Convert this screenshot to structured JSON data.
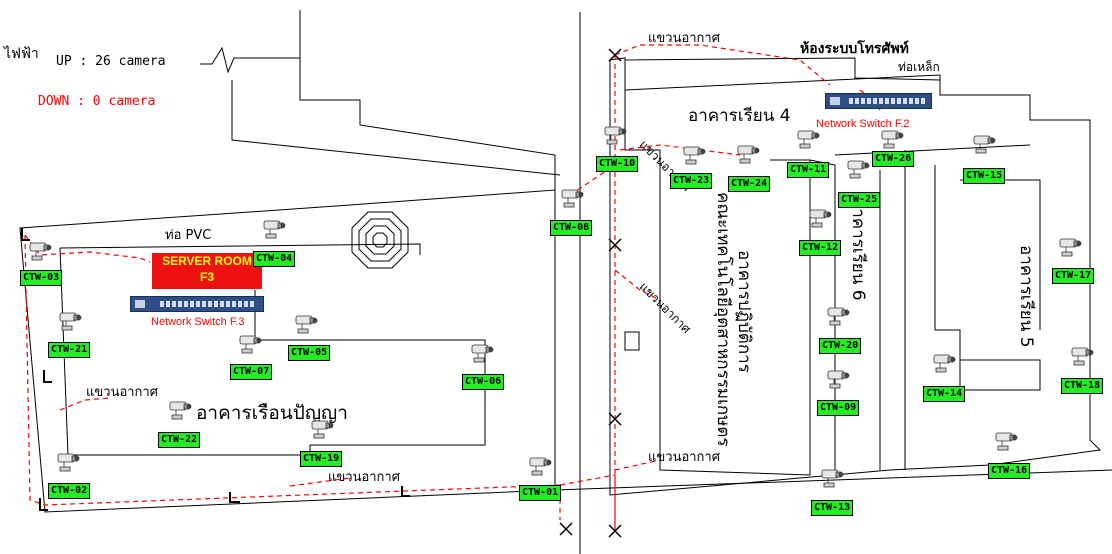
{
  "status": {
    "prefix": "ไฟฟ้า",
    "up_label": "UP : 26 camera",
    "down_label": "DOWN : 0 camera",
    "up_color": "#000000",
    "down_color": "#ff0000"
  },
  "labels": {
    "air_hang_top": "แขวนอากาศ",
    "phone_room": "ห้องระบบโทรศัพท์",
    "steel_pipe": "ท่อเหล็ก",
    "building4": "อาคารเรียน 4",
    "building6": "อาคารเรียน 6",
    "building5": "อาคารเรียน 5",
    "workshop_line1": "อาคารปฏิบัติการ",
    "workshop_line2": "คณะเทคโนโลยีอุตสาหกรรมเกษตร",
    "wisdom_building": "อาคารเรือนปัญญา",
    "pvc_pipe": "ท่อ PVC",
    "air_hang_left": "แขวนอากาศ",
    "air_hang_bottom": "แขวนอากาศ",
    "air_hang_mid": "แขวนอากาศ",
    "air_hang_low": "แขวนอากาศ",
    "air_hang_b4": "แขวนอากาศ"
  },
  "server_room": {
    "line1": "SERVER ROOM",
    "line2": "F3",
    "bg": "#ee1111",
    "text_color": "#ffff00"
  },
  "switches": [
    {
      "id": "sw-f2",
      "label": "Network Switch F.2"
    },
    {
      "id": "sw-f3",
      "label": "Network Switch F.3"
    }
  ],
  "accent": {
    "tag_green": "#22ee22",
    "cable_red": "#ff0000",
    "switch_blue": "#2d4f86"
  },
  "cameras": [
    "CTW-01",
    "CTW-02",
    "CTW-03",
    "CTW-04",
    "CTW-05",
    "CTW-06",
    "CTW-07",
    "CTW-08",
    "CTW-09",
    "CTW-10",
    "CTW-11",
    "CTW-12",
    "CTW-13",
    "CTW-14",
    "CTW-15",
    "CTW-16",
    "CTW-17",
    "CTW-18",
    "CTW-19",
    "CTW-20",
    "CTW-21",
    "CTW-22",
    "CTW-23",
    "CTW-24",
    "CTW-25",
    "CTW-26"
  ]
}
